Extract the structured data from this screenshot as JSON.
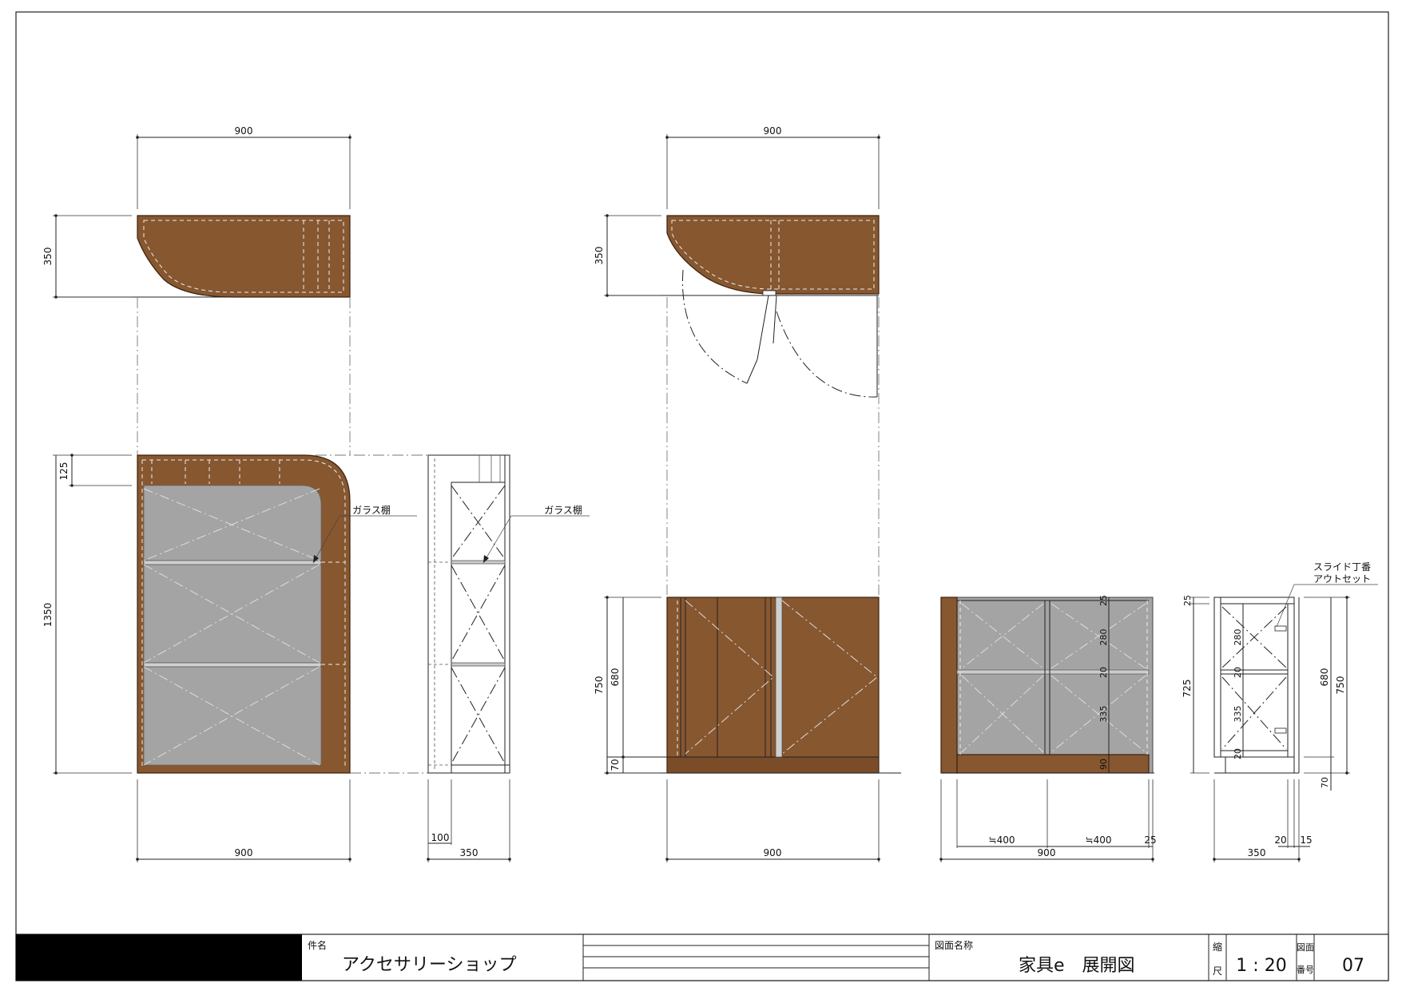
{
  "drawing": {
    "dims": {
      "top1_width": "900",
      "top1_depth": "350",
      "top2_width": "900",
      "top2_depth": "350",
      "front_top": "125",
      "front_height": "1350",
      "front_width": "900",
      "side_offset": "100",
      "side_depth": "350",
      "low_front_height": "750",
      "low_front_inner": "680",
      "low_front_plinth": "70",
      "low_front_width": "900",
      "inner_top": "25",
      "inner_upper": "280",
      "inner_shelf1": "20",
      "inner_lower": "335",
      "inner_base": "90",
      "inner_half_left": "≒400",
      "inner_half_right": "≒400",
      "inner_edge": "25",
      "inner_width": "900",
      "sect_top": "25",
      "sect_height": "725",
      "sect_upper": "280",
      "sect_shelf1": "20",
      "sect_lower": "335",
      "sect_shelf2": "20",
      "sect_inner": "680",
      "sect_total": "750",
      "sect_plinth": "70",
      "sect_a": "20",
      "sect_b": "15",
      "sect_depth": "350"
    },
    "callouts": {
      "glass_shelf_1": "ガラス棚",
      "glass_shelf_2": "ガラス棚",
      "hinge_line1": "スライド丁番",
      "hinge_line2": "アウトセット"
    }
  },
  "title_block": {
    "project_label": "件名",
    "project_name": "アクセサリーショップ",
    "drawing_name_label": "図面名称",
    "drawing_name": "家具e　展開図",
    "scale_label_1": "縮",
    "scale_label_2": "尺",
    "scale": "1 : 20",
    "number_label_1": "図面",
    "number_label_2": "番号",
    "number": "07"
  },
  "colors": {
    "wood": "#875730",
    "glass": "#a4a4a4"
  }
}
